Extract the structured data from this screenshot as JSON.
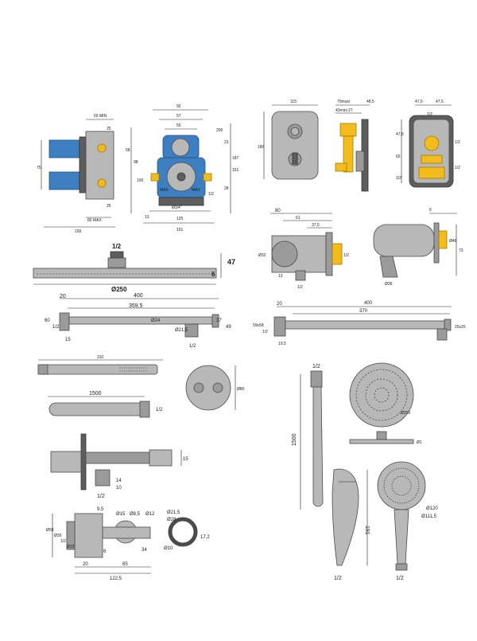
{
  "colors": {
    "chrome": "#9b9b9b",
    "chrome_light": "#b8b8b8",
    "valve_blue": "#3d7fc0",
    "brass_gold": "#f2bc1c",
    "line": "#222222"
  },
  "valve_body": {
    "dims": [
      "65 MIN",
      "25",
      "75",
      "25",
      "80 MAX",
      "150"
    ]
  },
  "valve_front": {
    "dims": [
      "92",
      "57",
      "50",
      "58",
      "98",
      "100",
      "200",
      "31",
      "187",
      "151",
      "28",
      "13",
      "125",
      "151"
    ],
    "labels": [
      "MAX",
      "MAX",
      "Ø3/4\"",
      "1/2"
    ]
  },
  "cover_plate": {
    "dims": [
      "115",
      "180"
    ]
  },
  "cover_side": {
    "dims": [
      "70maxi",
      "43mini 27",
      "48,5"
    ]
  },
  "valve_rear": {
    "dims": [
      "47,5",
      "47,5",
      "1/2",
      "47,5",
      "65",
      "1/2",
      "1/2",
      "1/2"
    ]
  },
  "square_head": {
    "dims": [
      "1/2",
      "47",
      "6",
      "Ø250"
    ]
  },
  "wall_elbow": {
    "dims": [
      "80",
      "61",
      "37,5",
      "Ø32",
      "1/2",
      "13",
      "1/2"
    ]
  },
  "wall_elbow_holder": {
    "dims": [
      "5",
      "Ø46",
      "73",
      "Ø36"
    ]
  },
  "arm_round": {
    "dims": [
      "20",
      "400",
      "359,5",
      "60",
      "1/2",
      "Ø24",
      "15",
      "Ø21,5",
      "37",
      "49",
      "1/2"
    ]
  },
  "arm_square": {
    "dims": [
      "20",
      "400",
      "370",
      "59x58",
      "1/2",
      "19,5",
      "25x25"
    ]
  },
  "hand_stick": {
    "dims": [
      "310"
    ]
  },
  "hose_stick": {
    "dims": [
      "1500",
      "1/2"
    ]
  },
  "round_plate": {
    "dims": [
      "Ø80"
    ]
  },
  "outlet_side": {
    "dims": [
      "15",
      "14",
      "10",
      "1/2"
    ]
  },
  "outlet_elbow": {
    "dims": [
      "9,5",
      "Ø15",
      "Ø8,5",
      "Ø12",
      "Ø21,5",
      "Ø28",
      "Ø58",
      "Ø30",
      "1/2",
      "Ø15",
      "6",
      "34",
      "Ø10",
      "17,2",
      "20",
      "65",
      "122,5"
    ]
  },
  "hose_spiral": {
    "dims": [
      "1/2",
      "1500"
    ]
  },
  "round_head": {
    "dims": [
      "Ø250",
      "Ø1"
    ]
  },
  "hand_shower_slim": {
    "dims": [
      "191",
      "1/2"
    ]
  },
  "hand_shower_round": {
    "dims": [
      "Ø120",
      "Ø111,5",
      "1/2"
    ]
  }
}
